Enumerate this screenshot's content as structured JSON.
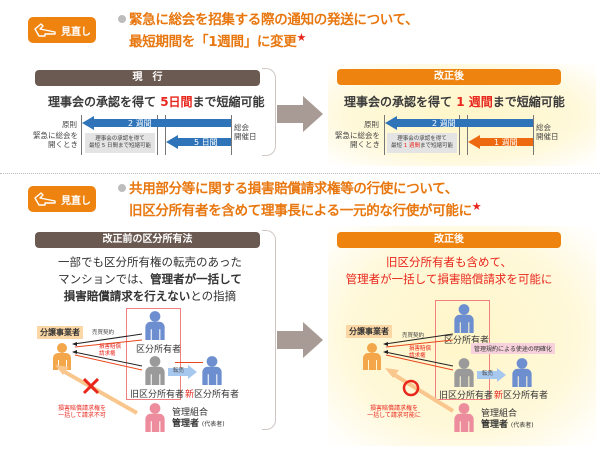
{
  "section1": {
    "badge_label": "見直し",
    "headline_line1": "緊急に総会を招集する際の通知の発送について、",
    "headline_line2": "最短期間を「1週間」に変更",
    "star": "★",
    "current": {
      "title": "現　行",
      "summary_pre": "理事会の承認を得て ",
      "summary_highlight": "5日間",
      "summary_post": "まで短縮可能",
      "row1_label": "原則",
      "row2_label_line1": "緊急に総会を",
      "row2_label_line2": "開くとき",
      "arrow1_label": "2 週間",
      "arrow2_label": "5 日間",
      "gray_line1": "理事会の承認を得て",
      "gray_line2": "最短 5 日間まで短縮可能",
      "end_label_line1": "総会",
      "end_label_line2": "開催日"
    },
    "after": {
      "title": "改正後",
      "summary_pre": "理事会の承認を得て ",
      "summary_highlight": "1 週間",
      "summary_post": "まで短縮可能",
      "row1_label": "原則",
      "row2_label_line1": "緊急に総会を",
      "row2_label_line2": "開くとき",
      "arrow1_label": "2 週間",
      "arrow2_label": "1 週間",
      "gray_line1": "理事会の承認を得て",
      "gray_line2_pre": "最短 ",
      "gray_line2_highlight": "1 週間",
      "gray_line2_post": "まで短縮可能",
      "end_label_line1": "総会",
      "end_label_line2": "開催日"
    }
  },
  "section2": {
    "badge_label": "見直し",
    "headline_line1": "共用部分等に関する損害賠償請求権等の行使について、",
    "headline_line2": "旧区分所有者を含めて理事長による一元的な行使が可能に",
    "star": "★",
    "before": {
      "title": "改正前の区分所有法",
      "desc_line1": "一部でも区分所有権の転売のあった",
      "desc_line2_pre": "マンションでは、",
      "desc_line2_bold": "管理者が一括して",
      "desc_line3_bold": "損害賠償請求を行えない",
      "desc_line3_post": "との指摘",
      "seller": "分譲事業者",
      "contract": "売買契約",
      "claim_line1": "損害賠償",
      "claim_line2": "請求権",
      "owner": "区分所有者",
      "former_owner": "旧区分所有者",
      "resale": "転売",
      "new_prefix": "新",
      "new_owner": "区分所有者",
      "assoc_line1": "管理組合",
      "assoc_line2": "管理者",
      "representative": "(代表者)",
      "result_line1": "損害賠償請求権を",
      "result_line2": "一括して請求不可",
      "result_icon": "cross"
    },
    "after": {
      "title": "改正後",
      "desc_line1": "旧区分所有者も含めて、",
      "desc_line2": "管理者が一括して損害賠償請求を可能に",
      "seller": "分譲事業者",
      "contract": "売買契約",
      "claim_line1": "損害賠償",
      "claim_line2": "請求権",
      "owner": "区分所有者",
      "rule_tag": "管理規約による使途の明確化",
      "former_owner": "旧区分所有者",
      "resale": "転売",
      "new_prefix": "新",
      "new_owner": "区分所有者",
      "assoc_line1": "管理組合",
      "assoc_line2": "管理者",
      "representative": "(代表者)",
      "result_line1": "損害賠償請求権を",
      "result_line2": "一括して請求可能に",
      "result_icon": "circle"
    }
  },
  "colors": {
    "accent_orange": "#ee8310",
    "headline_orange": "#e8770f",
    "brown": "#6b5a52",
    "blue": "#2f74b9",
    "red": "#e8261c",
    "person_blue": "#6d8fd0",
    "person_gray": "#9a9a9a",
    "person_orange": "#f3a64a",
    "person_pink": "#ec8c9c"
  }
}
